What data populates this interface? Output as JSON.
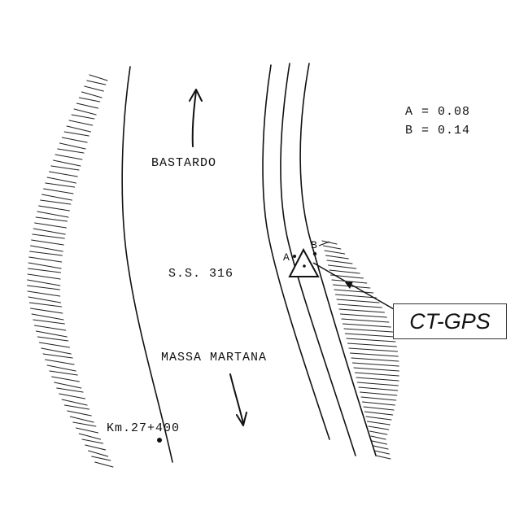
{
  "labels": {
    "north_destination": "BASTARDO",
    "road_name": "S.S. 316",
    "south_destination": "MASSA MARTANA",
    "kilometre_marker": "Km.27+400",
    "point_a": "A",
    "point_b": "B"
  },
  "legend": {
    "line_a": "A = 0.08",
    "line_b": "B = 0.14"
  },
  "callout": {
    "text": "CT-GPS"
  },
  "icons": {
    "station_marker": "triangle-station-icon",
    "direction_north": "arrow-up-icon",
    "direction_south": "arrow-down-icon"
  }
}
